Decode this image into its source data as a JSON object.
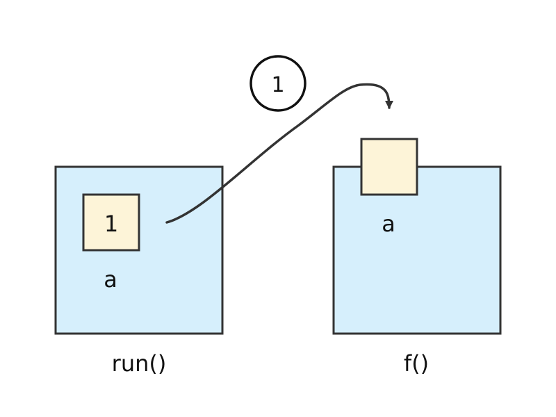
{
  "frames": [
    {
      "name": "run()",
      "variable": {
        "name": "a",
        "value": "1"
      }
    },
    {
      "name": "f()",
      "variable": {
        "name": "a",
        "value": ""
      }
    }
  ],
  "transfer": {
    "value": "1"
  },
  "colors": {
    "frame_fill": "#d6effc",
    "variable_fill": "#fdf4d8",
    "stroke": "#333333"
  }
}
